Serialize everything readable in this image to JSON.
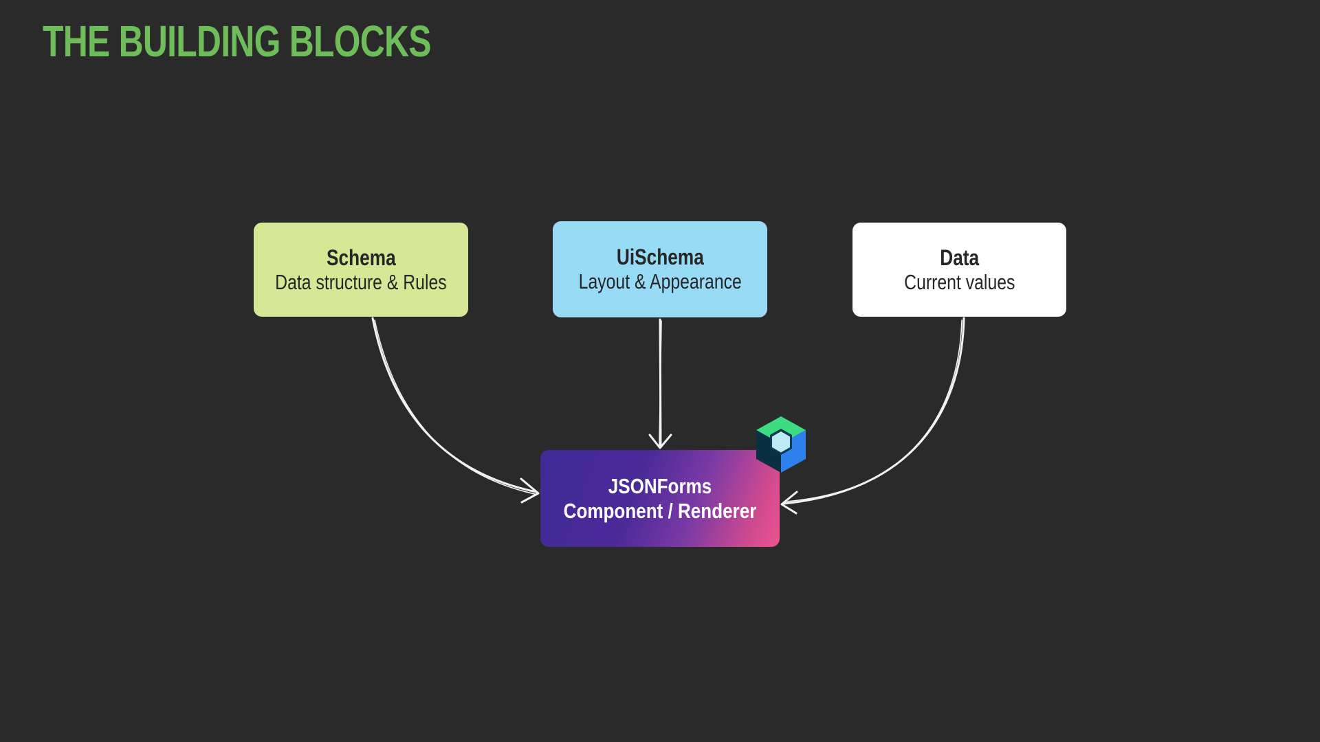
{
  "slide": {
    "title": "THE BUILDING BLOCKS"
  },
  "diagram": {
    "inputs": [
      {
        "id": "schema",
        "title": "Schema",
        "subtitle": "Data structure & Rules",
        "color": "#d6e895"
      },
      {
        "id": "uischema",
        "title": "UiSchema",
        "subtitle": "Layout & Appearance",
        "color": "#98dbf5"
      },
      {
        "id": "data",
        "title": "Data",
        "subtitle": "Current values",
        "color": "#ffffff"
      }
    ],
    "output": {
      "label": "JSONForms Component / Renderer",
      "gradient_start": "#3f2b96",
      "gradient_end": "#ee5391",
      "logo_icon": "jsonforms-hexagon-logo-icon"
    },
    "edges": [
      {
        "from": "Schema",
        "to": "JSONForms Component / Renderer"
      },
      {
        "from": "UiSchema",
        "to": "JSONForms Component / Renderer"
      },
      {
        "from": "Data",
        "to": "JSONForms Component / Renderer"
      }
    ],
    "colors": {
      "background": "#2a2a2a",
      "title": "#6ebd5a",
      "arrow": "#f2f2f2"
    }
  }
}
